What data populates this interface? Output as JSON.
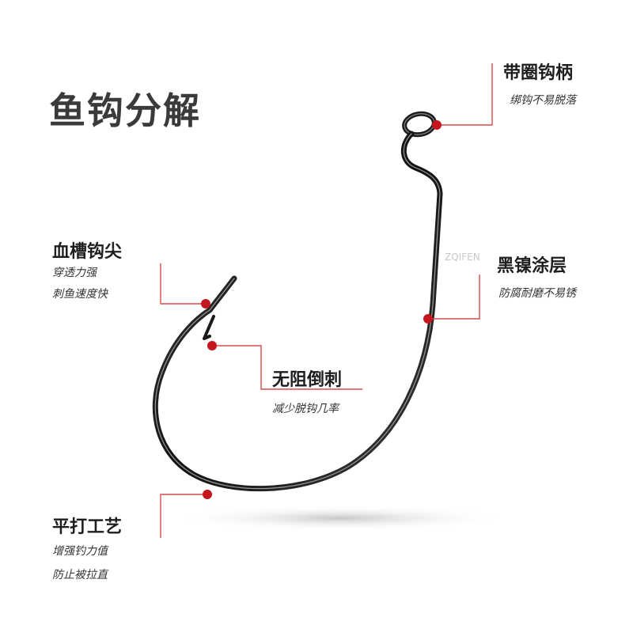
{
  "title": "鱼钩分解",
  "watermark": "ZQIFEN",
  "colors": {
    "accent": "#c4161c",
    "line": "#d64b4b",
    "hook": "#1f1f1f"
  },
  "callouts": {
    "ring_shank": {
      "label": "带圈钩柄",
      "lines": [
        "绑钩不易脱落"
      ]
    },
    "hook_point": {
      "label": "血槽钩尖",
      "lines": [
        "穿透力强",
        "刺鱼速度快"
      ]
    },
    "coating": {
      "label": "黑镍涂层",
      "lines": [
        "防腐耐磨不易锈"
      ]
    },
    "barbless": {
      "label": "无阻倒刺",
      "lines": [
        "减少脱钩几率"
      ]
    },
    "flat_forged": {
      "label": "平打工艺",
      "lines": [
        "增强钓力值",
        "防止被拉直"
      ]
    }
  }
}
